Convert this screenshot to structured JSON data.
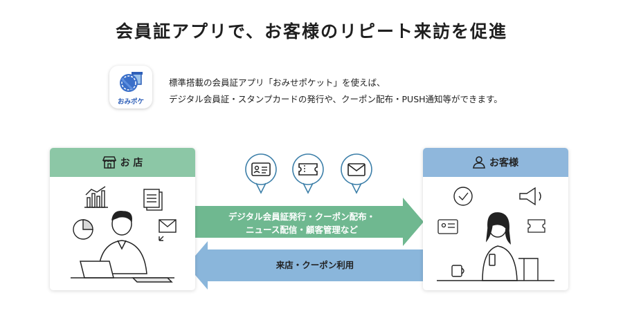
{
  "headline": "会員証アプリで、お客様のリピート来訪を促進",
  "app": {
    "icon_label": "おみポケ",
    "icon_name": "omisepocket-app-icon"
  },
  "intro": {
    "line1": "標準搭載の会員証アプリ「おみせポケット」を使えば、",
    "line2": "デジタル会員証・スタンプカードの発行や、クーポン配布・PUSH通知等ができます。"
  },
  "store": {
    "title": "お 店",
    "icon": "shop-icon"
  },
  "customer": {
    "title": "お客様",
    "icon": "person-icon"
  },
  "bubbles": [
    {
      "icon": "member-card-icon"
    },
    {
      "icon": "coupon-ticket-icon"
    },
    {
      "icon": "mail-icon"
    }
  ],
  "arrow_right": {
    "line1": "デジタル会員証発行・クーポン配布・",
    "line2": "ニュース配信・顧客管理など"
  },
  "arrow_left": {
    "label": "来店・クーポン利用"
  },
  "colors": {
    "store_green": "#8cc7a6",
    "arrow_green": "#6fb890",
    "customer_blue": "#8fb7dc",
    "arrow_blue": "#8ab6db",
    "bubble_stroke": "#3b7ea8",
    "app_blue": "#2e5fb8"
  }
}
